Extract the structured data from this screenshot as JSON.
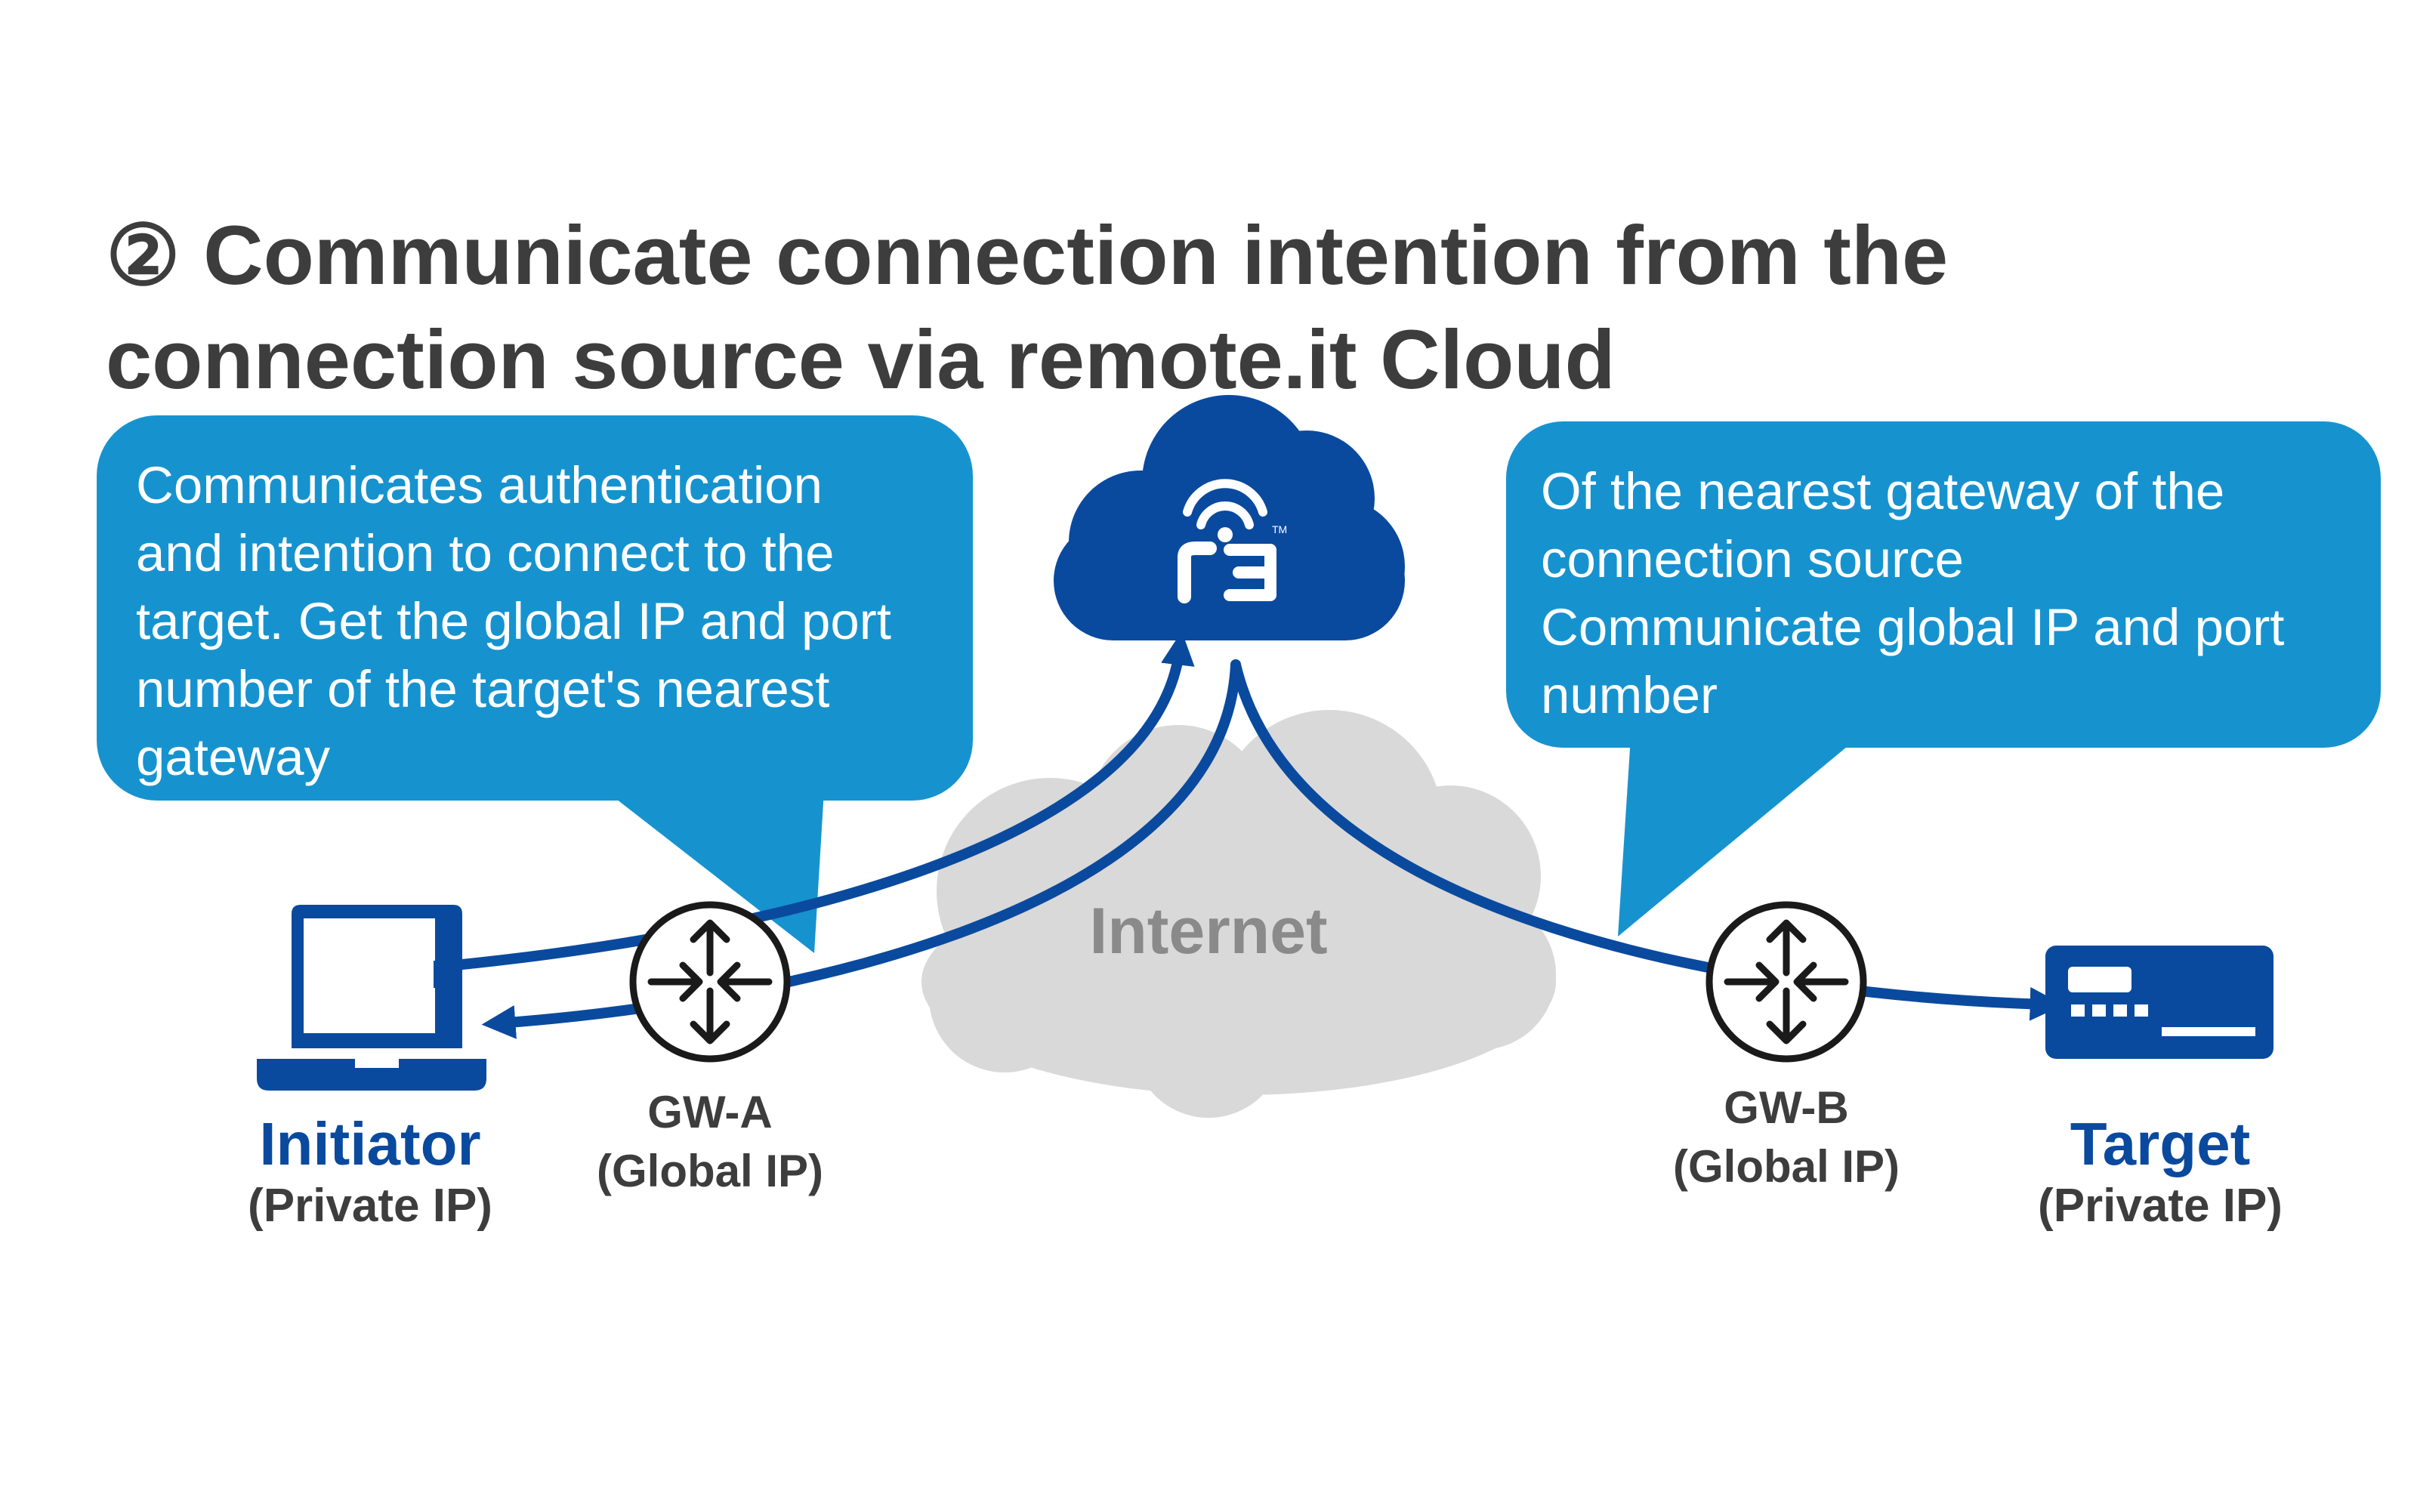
{
  "title": {
    "line1": "② Communicate connection intention from the",
    "line2": "connection source via remote.it Cloud"
  },
  "bubble_left": {
    "lines": [
      "Communicates authentication",
      "and intention to connect to the",
      "target. Get the global IP and port",
      "number of the target's nearest",
      "gateway"
    ]
  },
  "bubble_right": {
    "lines": [
      "Of the nearest gateway of the",
      "connection source",
      "Communicate global IP and port",
      "number"
    ]
  },
  "internet_label": "Internet",
  "cloud_logo": {
    "glyph": "r3",
    "tm": "TM"
  },
  "initiator": {
    "name": "Initiator",
    "ip": "(Private IP)"
  },
  "target": {
    "name": "Target",
    "ip": "(Private IP)"
  },
  "gateway_a": {
    "name": "GW-A",
    "ip": "(Global IP)"
  },
  "gateway_b": {
    "name": "GW-B",
    "ip": "(Global IP)"
  },
  "colors": {
    "title": "#3d3d3d",
    "bubble": "#1693cf",
    "brand_blue": "#0a4a9e",
    "internet_cloud": "#d9d9d9",
    "internet_text": "#8a8a8a",
    "label_gray": "#3d3d3d"
  },
  "icons": [
    "laptop-icon",
    "router-icon",
    "server-device-icon",
    "remoteit-cloud-icon",
    "internet-cloud-icon"
  ]
}
